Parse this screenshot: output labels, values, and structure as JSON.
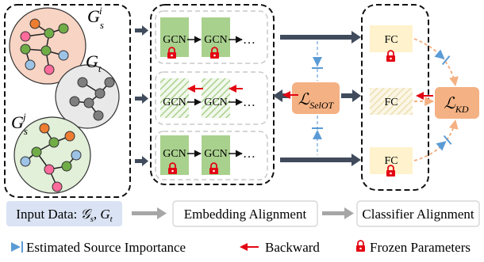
{
  "graphs": {
    "source_i": {
      "symbol": "G",
      "sub": "s",
      "sup": "i"
    },
    "target": {
      "symbol": "G",
      "sub": "t"
    },
    "source_j": {
      "symbol": "G",
      "sub": "s",
      "sup": "j"
    }
  },
  "gcn_label": "GCN",
  "ellipsis": "…",
  "fc_label": "FC",
  "loss_selot": {
    "symbol": "ℒ",
    "sub": "SelOT"
  },
  "loss_kd": {
    "symbol": "ℒ",
    "sub": "KD"
  },
  "pipeline": {
    "input": "Input Data: 𝒢s, Gt",
    "input_parts": {
      "prefix": "Input Data: ",
      "g1": "𝒢",
      "s1": "s",
      "sep": ", ",
      "g2": "G",
      "s2": "t"
    },
    "embedding": "Embedding Alignment",
    "classifier": "Classifier Alignment"
  },
  "legend": {
    "importance": "Estimated Source Importance",
    "backward": "Backward",
    "frozen": "Frozen Parameters"
  },
  "colors": {
    "green": "#a9d18e",
    "red": "#e30613",
    "orange_box": "#f4b183",
    "blue": "#5b9bd5",
    "dark_arrow": "#404b5c",
    "gray_arrow": "#a6a6a6",
    "input_bg": "#dae3f3"
  }
}
